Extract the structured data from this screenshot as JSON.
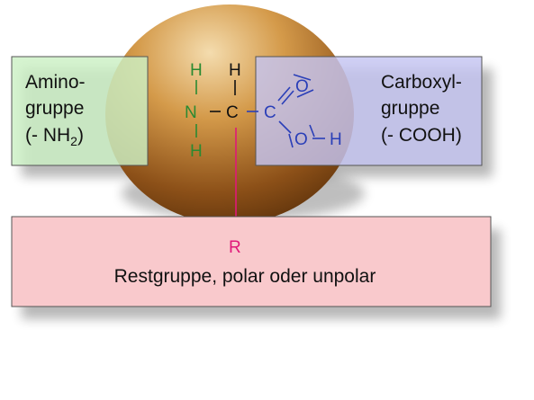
{
  "amino": {
    "line1": "Amino-",
    "line2": "gruppe",
    "formula_prefix": "(- NH",
    "formula_sub": "2",
    "formula_suffix": ")"
  },
  "carboxyl": {
    "line1": "Carboxyl-",
    "line2": "gruppe",
    "formula": "(- COOH)"
  },
  "rest": {
    "label": "Restgruppe, polar oder unpolar"
  },
  "molecule": {
    "amino_h_top": "H",
    "amino_n": "N",
    "amino_h_bottom": "H",
    "center_h": "H",
    "center_c": "C",
    "carboxyl_c": "C",
    "carboxyl_o_double": "O",
    "carboxyl_o_hydroxyl": "O",
    "carboxyl_h": "H",
    "rest_r": "R"
  },
  "colors": {
    "amino_fill": "#ccf0c4",
    "amino_text": "#2a8a32",
    "carboxyl_fill": "#c4c4f2",
    "carboxyl_text": "#2a3fb8",
    "rest_fill": "#f9c9cc",
    "rest_text": "#e0187a",
    "box_border": "#555555"
  }
}
